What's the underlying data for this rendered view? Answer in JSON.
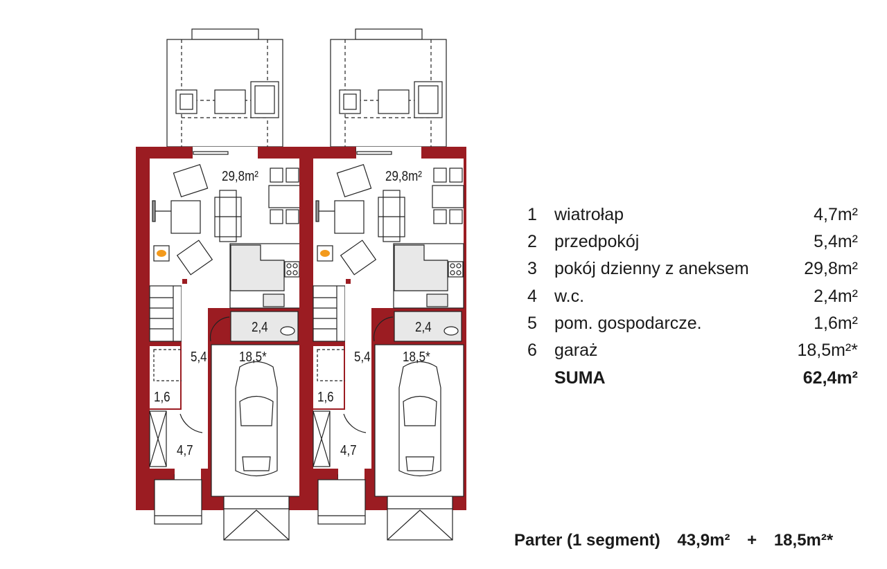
{
  "colors": {
    "wall": "#9b1c22",
    "fixture": "#e8e8e8",
    "line": "#222222"
  },
  "segments": [
    {
      "rooms": {
        "living": "29,8m²",
        "wc": "2,4",
        "hall": "5,4",
        "garage": "18,5*",
        "utility": "1,6",
        "vestibule": "4,7"
      }
    },
    {
      "rooms": {
        "living": "29,8m²",
        "wc": "2,4",
        "hall": "5,4",
        "garage": "18,5*",
        "utility": "1,6",
        "vestibule": "4,7"
      }
    }
  ],
  "legend": {
    "rows": [
      {
        "num": "1",
        "name": "wiatrołap",
        "area": "4,7m²"
      },
      {
        "num": "2",
        "name": "przedpokój",
        "area": "5,4m²"
      },
      {
        "num": "3",
        "name": "pokój dzienny z aneksem",
        "area": "29,8m²"
      },
      {
        "num": "4",
        "name": "w.c.",
        "area": "2,4m²"
      },
      {
        "num": "5",
        "name": "pom. gospodarcze.",
        "area": "1,6m²"
      },
      {
        "num": "6",
        "name": "garaż",
        "area": "18,5m²*"
      }
    ],
    "total": {
      "name": "SUMA",
      "area": "62,4m²"
    }
  },
  "footer": {
    "label": "Parter (1 segment)",
    "living": "43,9m²",
    "plus": "+",
    "garage": "18,5m²*"
  }
}
